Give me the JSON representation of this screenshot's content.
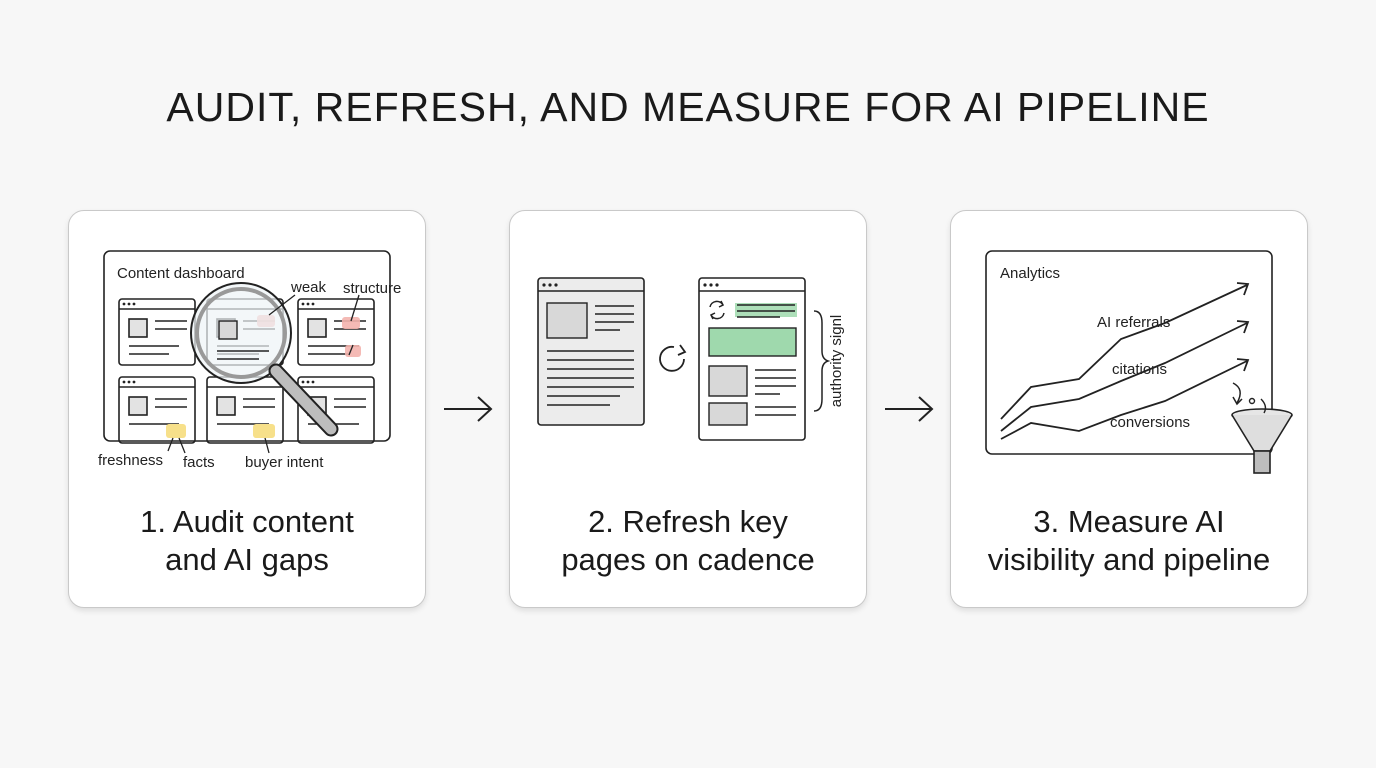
{
  "title": "AUDIT, REFRESH, AND MEASURE FOR AI PIPELINE",
  "steps": [
    {
      "caption_line1": "1. Audit content",
      "caption_line2": "and AI gaps",
      "panel_label": "Content dashboard",
      "labels": {
        "weak": "weak",
        "structure": "structure",
        "freshness": "freshness",
        "facts": "facts",
        "buyer_intent": "buyer intent"
      },
      "icons": [
        "magnifying-glass-icon"
      ]
    },
    {
      "caption_line1": "2. Refresh key",
      "caption_line2": "pages on cadence",
      "side_label": "authority signl",
      "icons": [
        "refresh-icon",
        "sync-icon"
      ]
    },
    {
      "caption_line1": "3. Measure AI",
      "caption_line2": "visibility and pipeline",
      "panel_label": "Analytics",
      "series": [
        "AI referrals",
        "citations",
        "conversions"
      ],
      "icons": [
        "funnel-icon"
      ]
    }
  ],
  "colors": {
    "highlight_red": "#f3b3ad",
    "highlight_yellow": "#f7e08a",
    "highlight_green": "#9fd9ad",
    "stroke": "#222222"
  }
}
